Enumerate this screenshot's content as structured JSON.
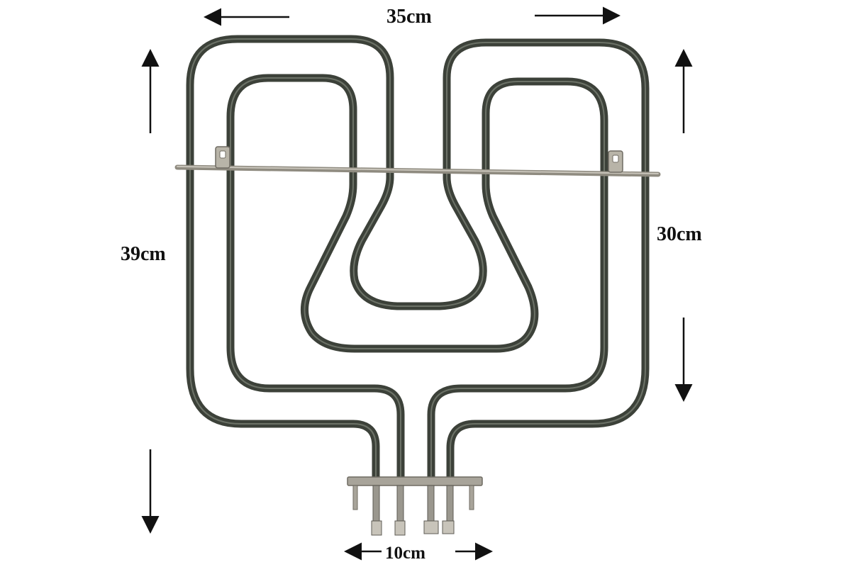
{
  "dimensions": {
    "width": "35cm",
    "left_height": "39cm",
    "right_height": "30cm",
    "terminal_spacing": "10cm"
  },
  "colors": {
    "element_tube": "#3c4139",
    "element_highlight": "#8c9287",
    "bracket_metal": "#a8a49a",
    "arrow": "#111111",
    "background": "#ffffff"
  }
}
